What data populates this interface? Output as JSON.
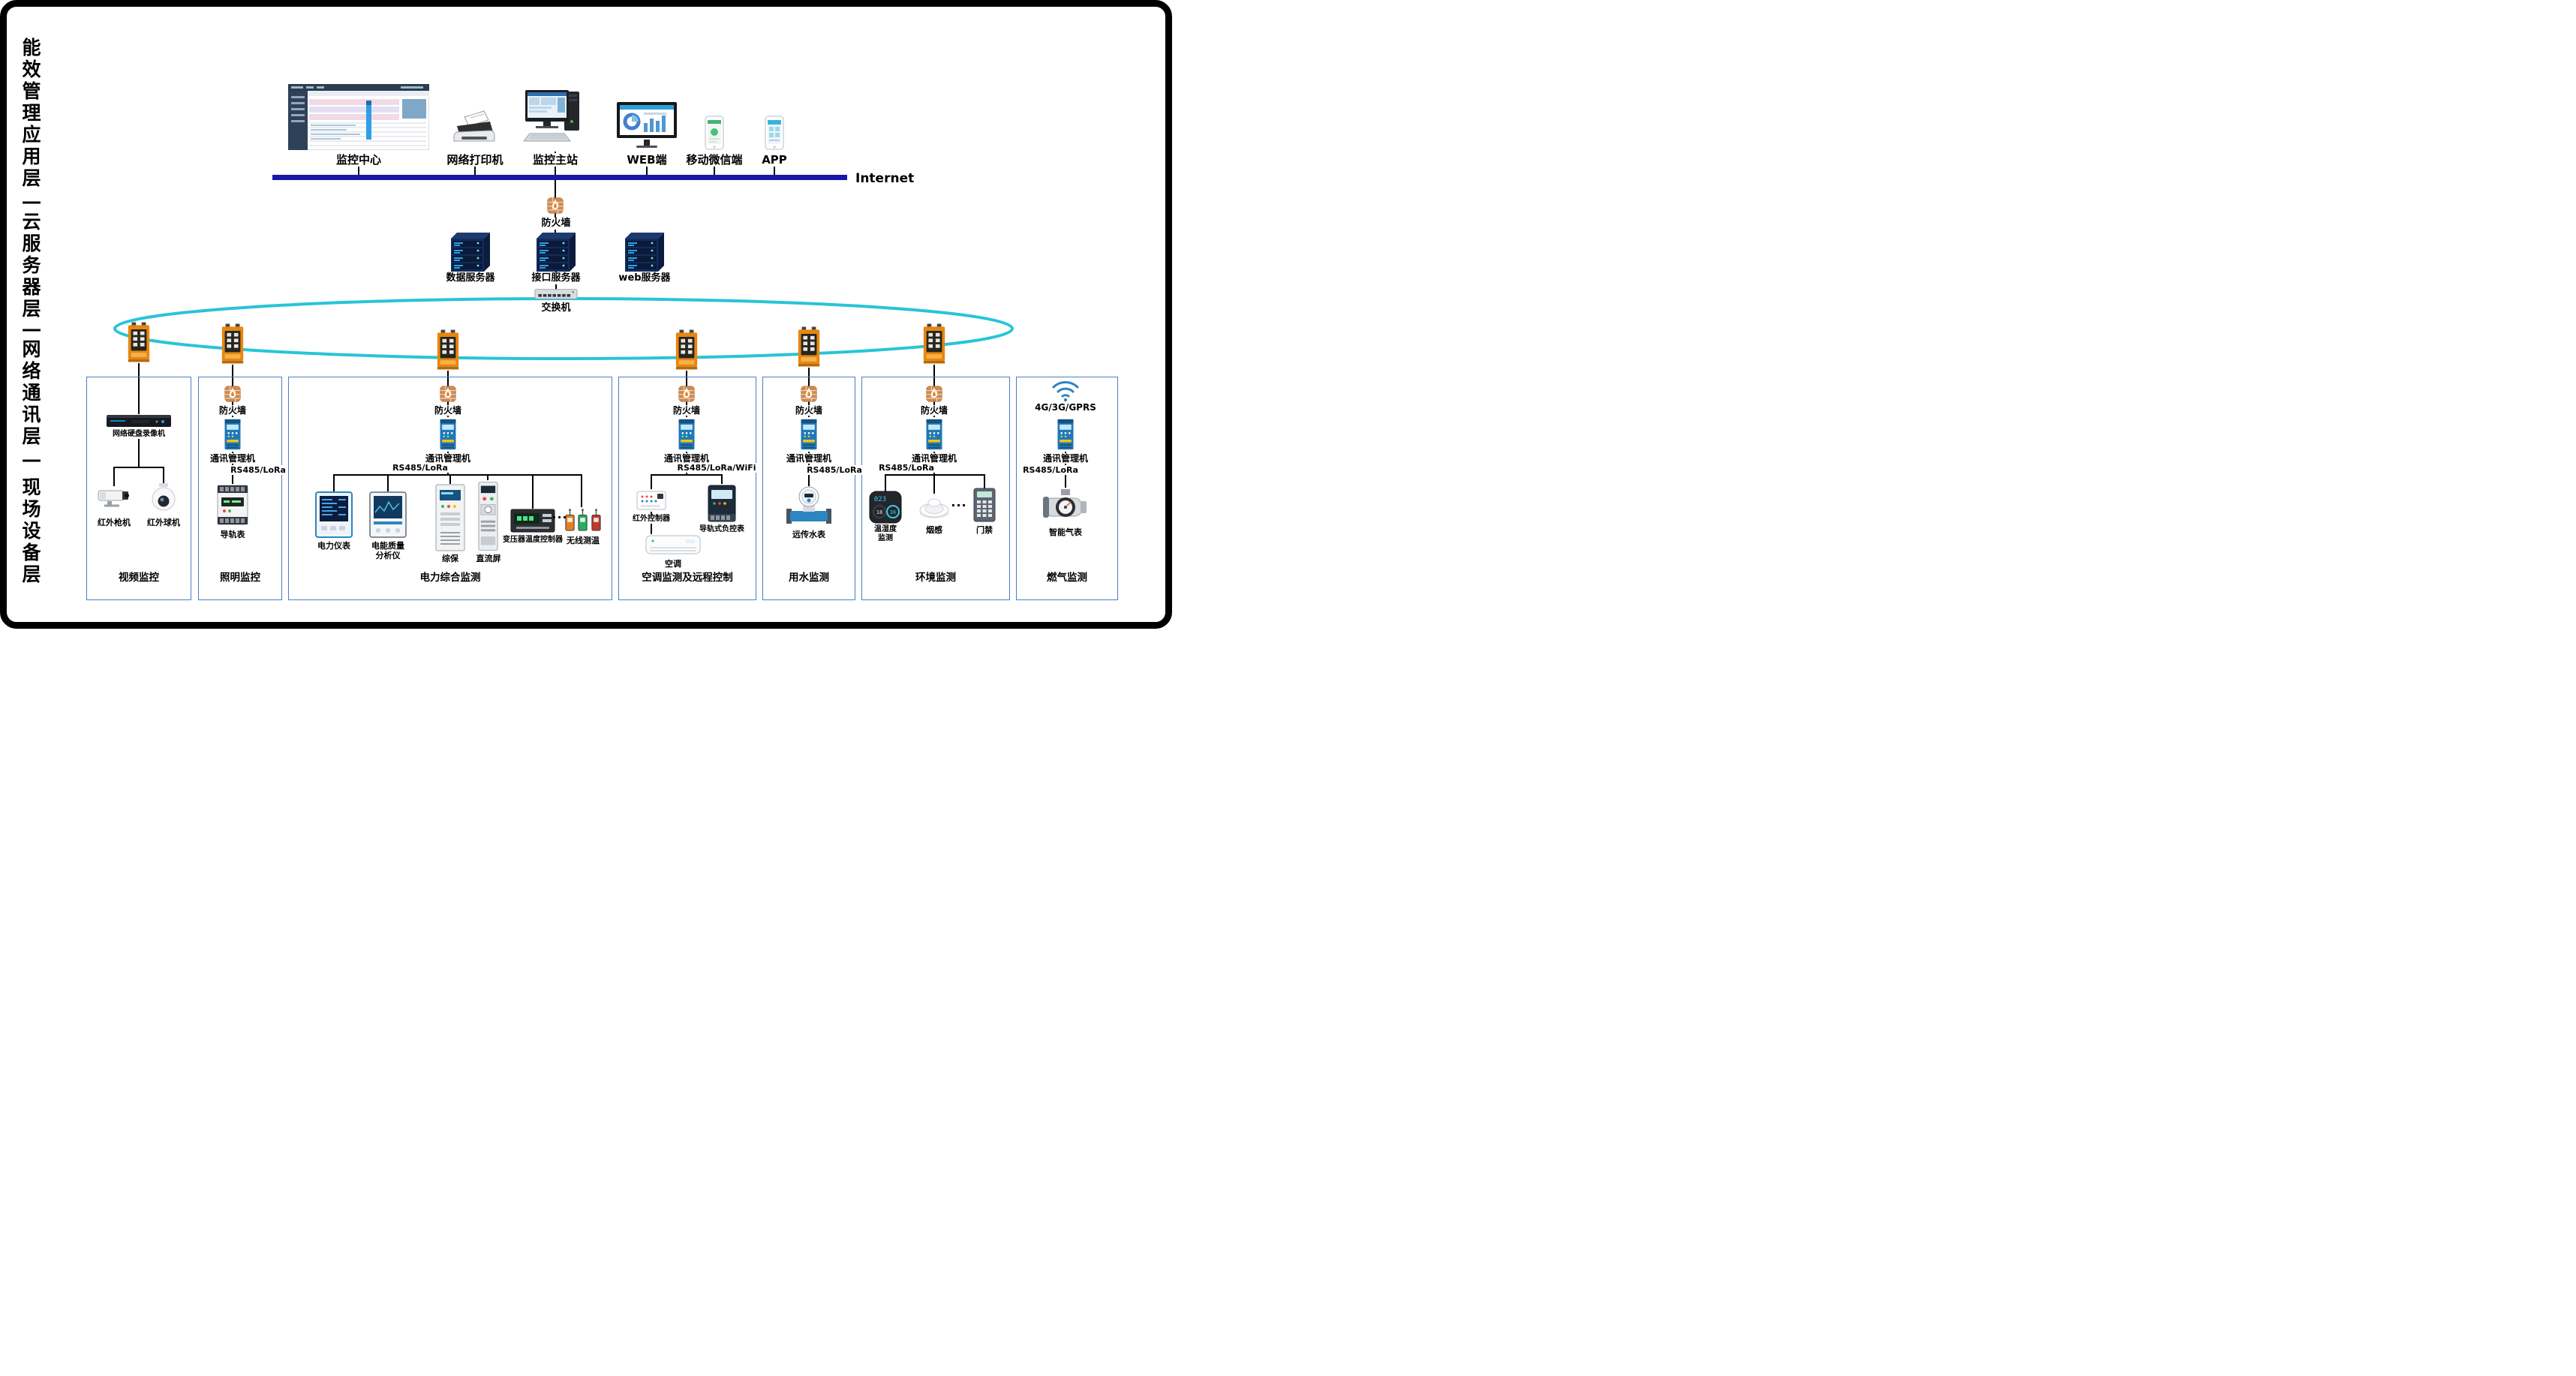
{
  "layer_labels": [
    "能效管理应用层",
    "一",
    "云服务器层",
    "一",
    "网络通讯层",
    "一",
    "现场设备层"
  ],
  "colors": {
    "internet_line": "#1a18a8",
    "ring": "#28c4d8",
    "box_border": "#4a7fc1"
  },
  "top_row": {
    "monitor_center": "监控中心",
    "printer": "网络打印机",
    "master_station": "监控主站",
    "web_terminal": "WEB端",
    "wechat_terminal": "移动微信端",
    "app_terminal": "APP",
    "internet": "Internet"
  },
  "cloud_layer": {
    "firewall": "防火墙",
    "data_server": "数据服务器",
    "interface_server": "接口服务器",
    "web_server": "web服务器",
    "switch": "交换机"
  },
  "field_boxes": {
    "video": {
      "title": "视频监控",
      "nvr": "网络硬盘录像机",
      "gun_camera": "红外枪机",
      "dome_camera": "红外球机"
    },
    "lighting": {
      "title": "照明监控",
      "firewall": "防火墙",
      "comm_manager": "通讯管理机",
      "protocol": "RS485/LoRa",
      "rail_meter": "导轨表"
    },
    "power": {
      "title": "电力综合监测",
      "firewall": "防火墙",
      "comm_manager": "通讯管理机",
      "protocol": "RS485/LoRa",
      "power_meter": "电力仪表",
      "quality_analyzer": "电能质量分析仪",
      "protection": "综保",
      "dc_panel": "直流屏",
      "transformer_temp": "变压器温度控制器",
      "wireless_temp": "无线测温",
      "ellipsis": "···"
    },
    "hvac": {
      "title": "空调监测及远程控制",
      "firewall": "防火墙",
      "comm_manager": "通讯管理机",
      "protocol": "RS485/LoRa/WiFi",
      "ir_controller": "红外控制器",
      "load_meter": "导轨式负控表",
      "air_conditioner": "空调"
    },
    "water": {
      "title": "用水监测",
      "firewall": "防火墙",
      "comm_manager": "通讯管理机",
      "protocol": "RS485/LoRa",
      "water_meter": "远传水表"
    },
    "environment": {
      "title": "环境监测",
      "firewall": "防火墙",
      "comm_manager": "通讯管理机",
      "protocol": "RS485/LoRa",
      "temp_humidity": "温湿度监测",
      "smoke_sensor": "烟感",
      "ellipsis": "···",
      "access_control": "门禁"
    },
    "gas": {
      "title": "燃气监测",
      "wireless": "4G/3G/GPRS",
      "comm_manager": "通讯管理机",
      "protocol": "RS485/LoRa",
      "gas_meter": "智能气表"
    }
  },
  "readouts": {
    "th_main": "023",
    "th_left": "18",
    "th_right": "36"
  },
  "icons": {
    "firewall": "brick-flame-icon",
    "server": "server-rack-icon",
    "switch": "ethernet-switch-icon",
    "industrial_switch": "din-rail-switch-icon",
    "comm_manager": "gateway-device-icon",
    "wireless": "wifi-icon"
  }
}
